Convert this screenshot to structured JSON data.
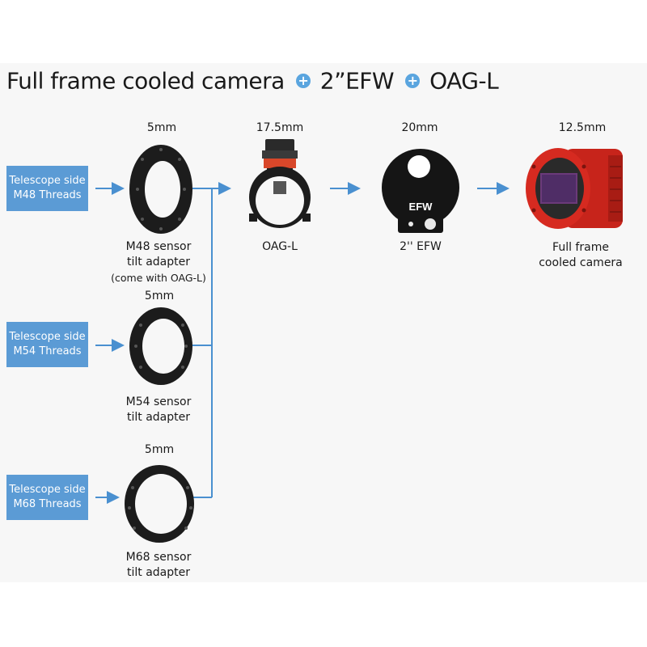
{
  "title": {
    "part1": "Full frame cooled camera",
    "part2": "2”EFW",
    "part3": "OAG-L",
    "plus_glyph": "+"
  },
  "sides": [
    {
      "line1": "Telescope side",
      "line2": "M48 Threads"
    },
    {
      "line1": "Telescope side",
      "line2": "M54 Threads"
    },
    {
      "line1": "Telescope side",
      "line2": "M68 Threads"
    }
  ],
  "adapters": [
    {
      "thickness": "5mm",
      "line1": "M48 sensor",
      "line2": "tilt adapter",
      "line3": "(come with OAG-L)"
    },
    {
      "thickness": "5mm",
      "line1": "M54 sensor",
      "line2": "tilt adapter"
    },
    {
      "thickness": "5mm",
      "line1": "M68 sensor",
      "line2": "tilt adapter"
    }
  ],
  "oag": {
    "thickness": "17.5mm",
    "label": "OAG-L"
  },
  "efw": {
    "thickness": "20mm",
    "label": "2'' EFW",
    "body_text": "EFW"
  },
  "camera": {
    "thickness": "12.5mm",
    "line1": "Full frame",
    "line2": "cooled camera"
  },
  "colors": {
    "accent": "#5b9bd5",
    "arrow": "#4a90d0",
    "camera_red": "#d62a20"
  },
  "icons": [
    "plus-icon",
    "arrow-icon",
    "tilt-adapter-image",
    "oag-image",
    "filter-wheel-image",
    "camera-image"
  ]
}
